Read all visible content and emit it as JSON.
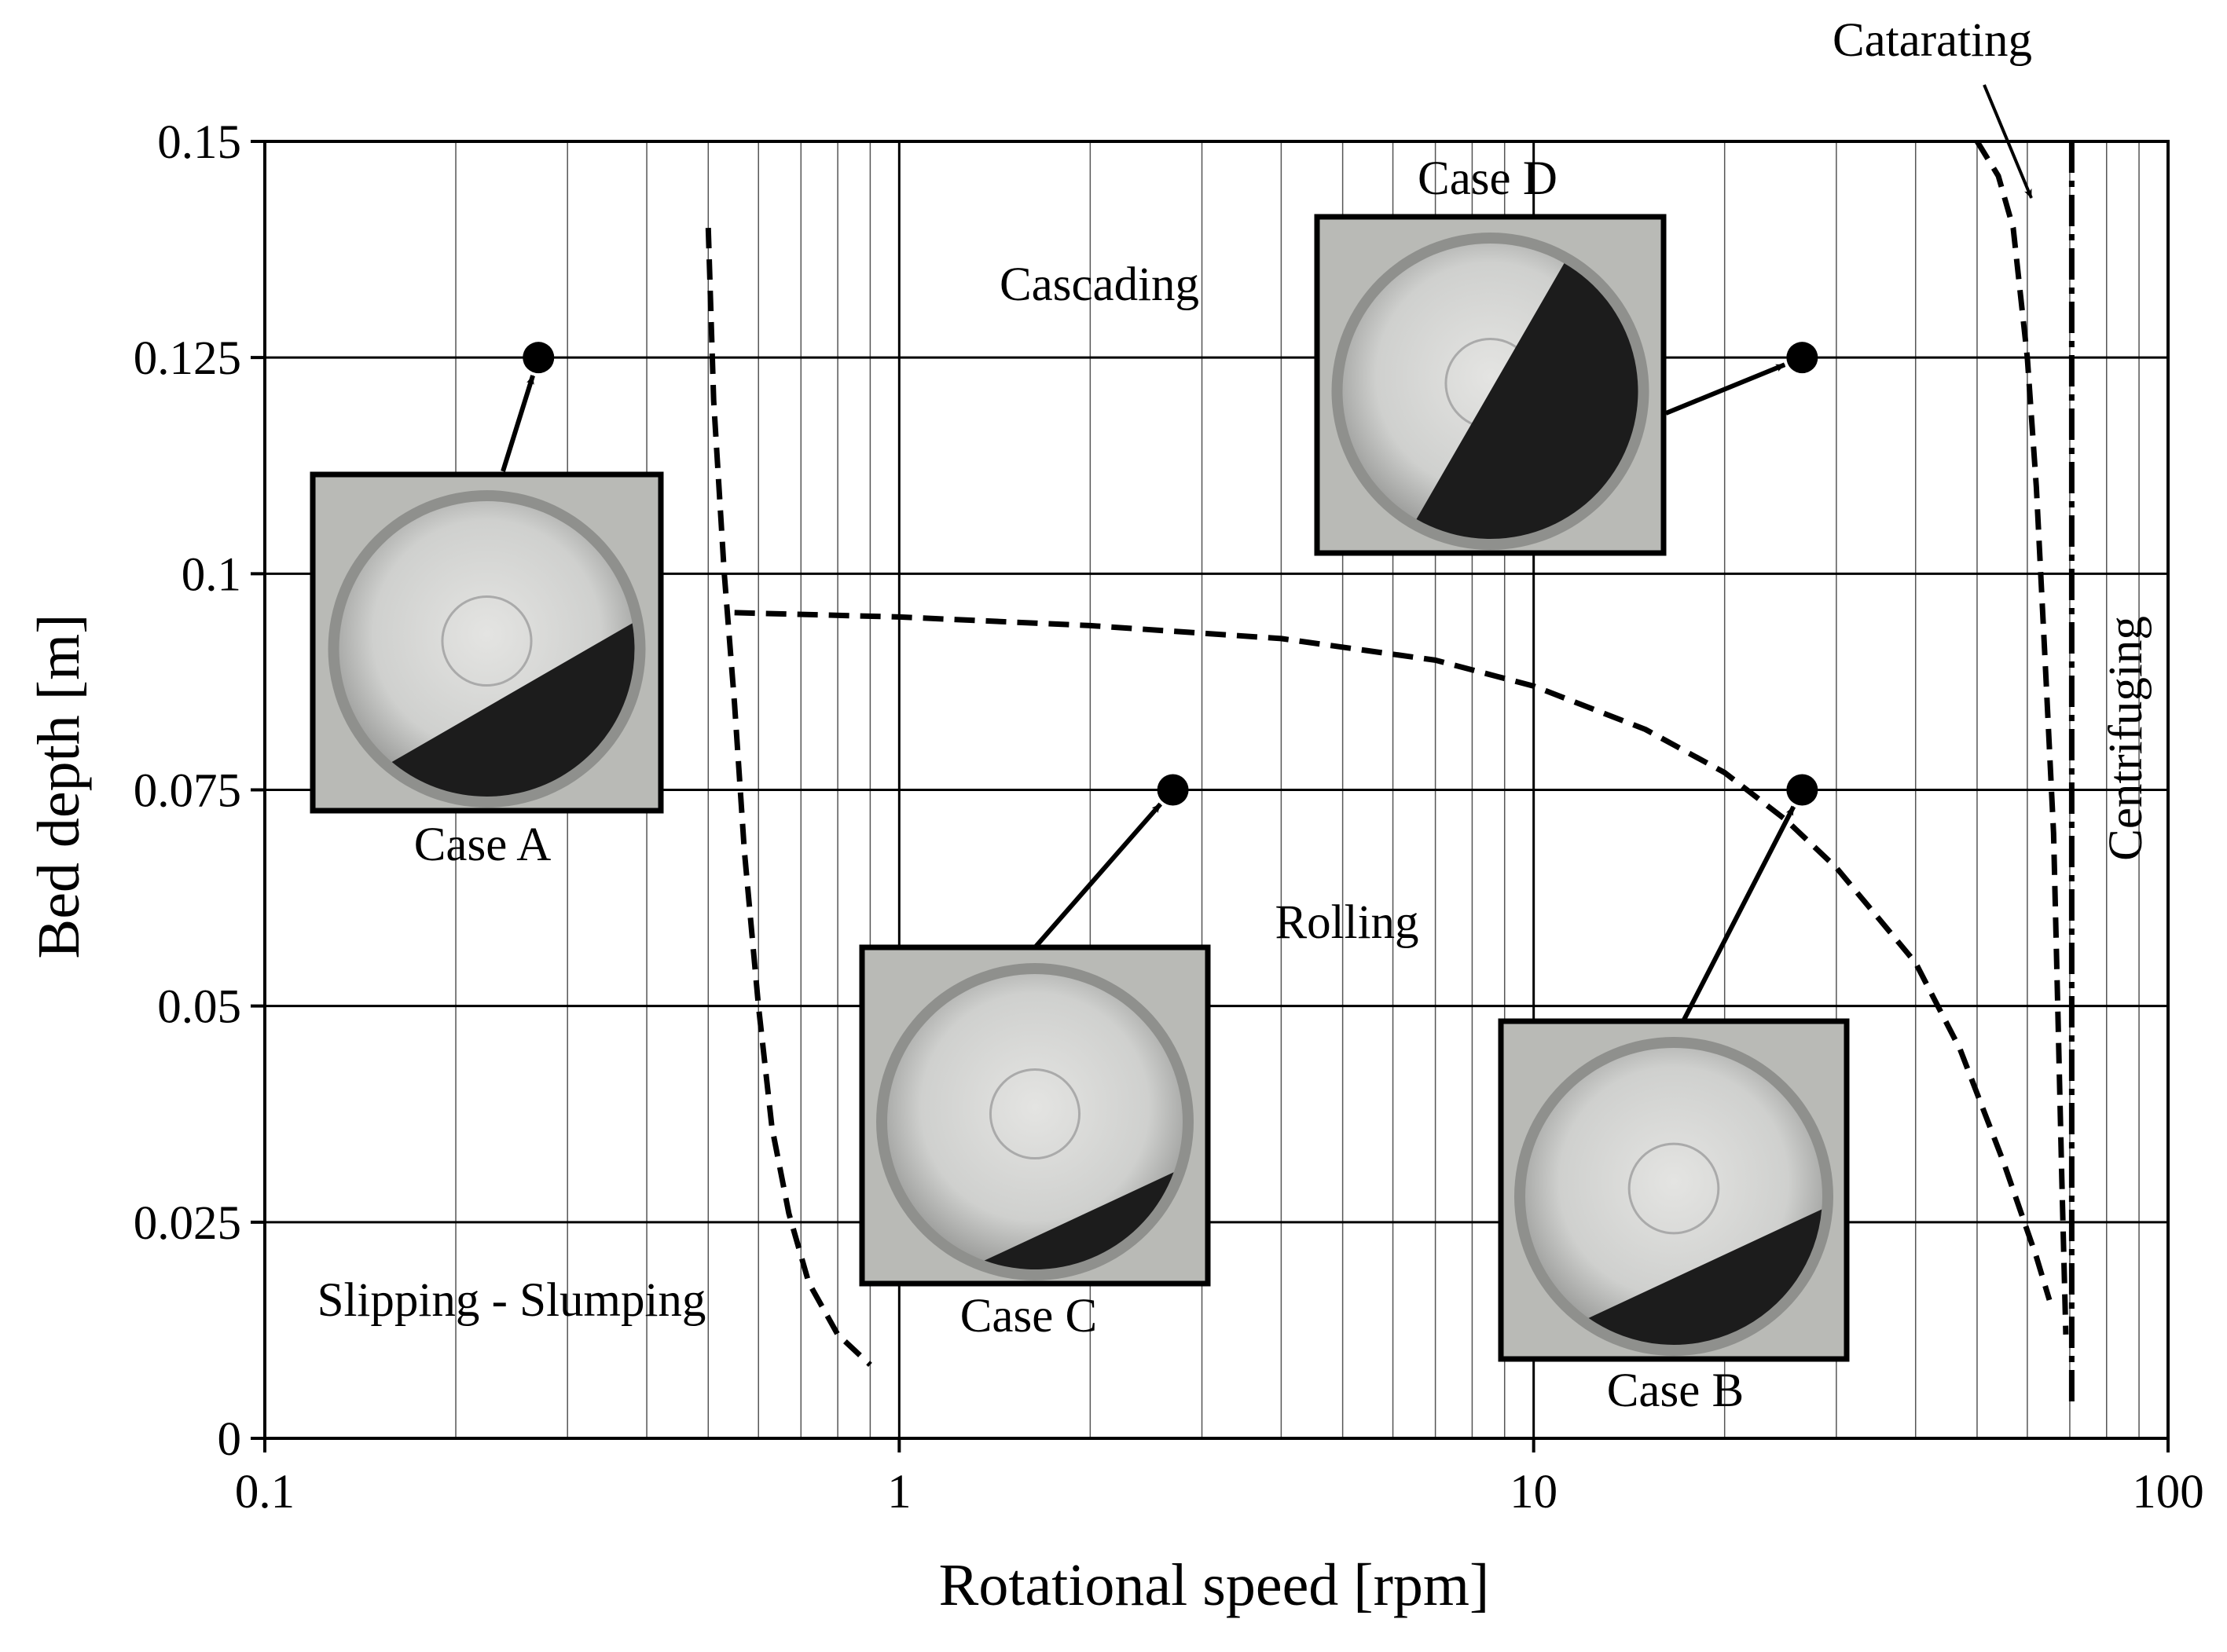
{
  "chart_data": {
    "type": "line",
    "title": "",
    "xlabel": "Rotational speed [rpm]",
    "ylabel": "Bed depth [m]",
    "x_scale": "log",
    "xlim": [
      0.1,
      100
    ],
    "ylim": [
      0,
      0.15
    ],
    "x_ticks": [
      {
        "value": 0.1,
        "label": "0.1"
      },
      {
        "value": 1,
        "label": "1"
      },
      {
        "value": 10,
        "label": "10"
      },
      {
        "value": 100,
        "label": "100"
      }
    ],
    "y_ticks": [
      {
        "value": 0,
        "label": "0"
      },
      {
        "value": 0.025,
        "label": "0.025"
      },
      {
        "value": 0.05,
        "label": "0.05"
      },
      {
        "value": 0.075,
        "label": "0.075"
      },
      {
        "value": 0.1,
        "label": "0.1"
      },
      {
        "value": 0.125,
        "label": "0.125"
      },
      {
        "value": 0.15,
        "label": "0.15"
      }
    ],
    "grid": true,
    "boundaries": [
      {
        "id": "slipping-rolling-boundary",
        "style": "dashed",
        "points": [
          [
            0.5,
            0.14
          ],
          [
            0.51,
            0.12
          ],
          [
            0.53,
            0.1
          ],
          [
            0.55,
            0.085
          ],
          [
            0.57,
            0.068
          ],
          [
            0.6,
            0.05
          ],
          [
            0.63,
            0.036
          ],
          [
            0.67,
            0.026
          ],
          [
            0.72,
            0.018
          ],
          [
            0.8,
            0.012
          ],
          [
            0.9,
            0.0085
          ]
        ]
      },
      {
        "id": "rolling-cascading-boundary",
        "style": "dashed",
        "points": [
          [
            0.55,
            0.0955
          ],
          [
            1,
            0.095
          ],
          [
            2,
            0.094
          ],
          [
            4,
            0.0925
          ],
          [
            7,
            0.09
          ],
          [
            10,
            0.087
          ],
          [
            15,
            0.082
          ],
          [
            20,
            0.077
          ],
          [
            25,
            0.0715
          ],
          [
            30,
            0.066
          ],
          [
            40,
            0.055
          ],
          [
            47,
            0.045
          ],
          [
            55,
            0.032
          ],
          [
            62,
            0.021
          ],
          [
            65,
            0.016
          ]
        ]
      },
      {
        "id": "cascading-catarating-boundary",
        "style": "dashed",
        "points": [
          [
            50,
            0.15
          ],
          [
            54,
            0.146
          ],
          [
            57,
            0.14
          ],
          [
            60,
            0.125
          ],
          [
            62,
            0.11
          ],
          [
            64,
            0.09
          ],
          [
            66,
            0.07
          ],
          [
            67,
            0.05
          ],
          [
            68,
            0.03
          ],
          [
            69,
            0.012
          ]
        ]
      },
      {
        "id": "catarating-centrifuging-boundary",
        "style": "dash-dot",
        "points": [
          [
            70.5,
            0.15
          ],
          [
            70.5,
            0.004
          ]
        ]
      }
    ],
    "cases": [
      {
        "name": "Case A",
        "x": 0.27,
        "y": 0.125
      },
      {
        "name": "Case B",
        "x": 26.5,
        "y": 0.075
      },
      {
        "name": "Case C",
        "x": 2.7,
        "y": 0.075
      },
      {
        "name": "Case D",
        "x": 26.5,
        "y": 0.125
      }
    ],
    "regions": [
      {
        "name": "Slipping - Slumping"
      },
      {
        "name": "Rolling"
      },
      {
        "name": "Cascading"
      },
      {
        "name": "Catarating"
      },
      {
        "name": "Centrifuging"
      }
    ]
  }
}
